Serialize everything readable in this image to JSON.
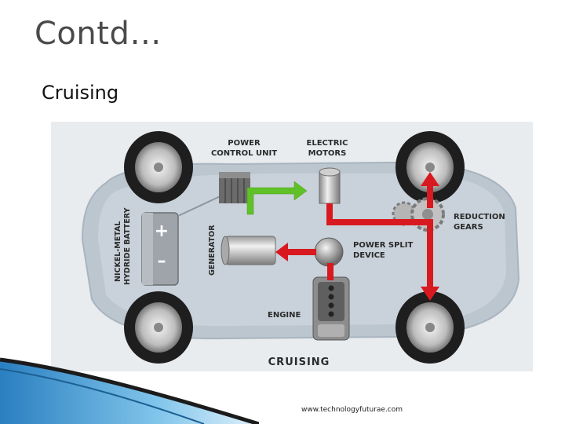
{
  "slide": {
    "title": "Contd…",
    "subtitle": "Cruising",
    "footer_url": "www.technologyfuturae.com"
  },
  "diagram": {
    "mode_label": "CRUISING",
    "labels": {
      "power_control_unit_1": "POWER",
      "power_control_unit_2": "CONTROL UNIT",
      "electric_motors_1": "ELECTRIC",
      "electric_motors_2": "MOTORS",
      "reduction_gears_1": "REDUCTION",
      "reduction_gears_2": "GEARS",
      "power_split_1": "POWER SPLIT",
      "power_split_2": "DEVICE",
      "engine": "ENGINE",
      "generator": "GENERATOR",
      "battery_1": "NICKEL-METAL",
      "battery_2": "HYDRIDE BATTERY",
      "battery_plus": "+",
      "battery_minus": "–"
    },
    "colors": {
      "background": "#e8ecef",
      "car_body": "#bcc6cf",
      "mechanical_flow": "#d8191f",
      "electrical_flow": "#5fc127"
    }
  }
}
